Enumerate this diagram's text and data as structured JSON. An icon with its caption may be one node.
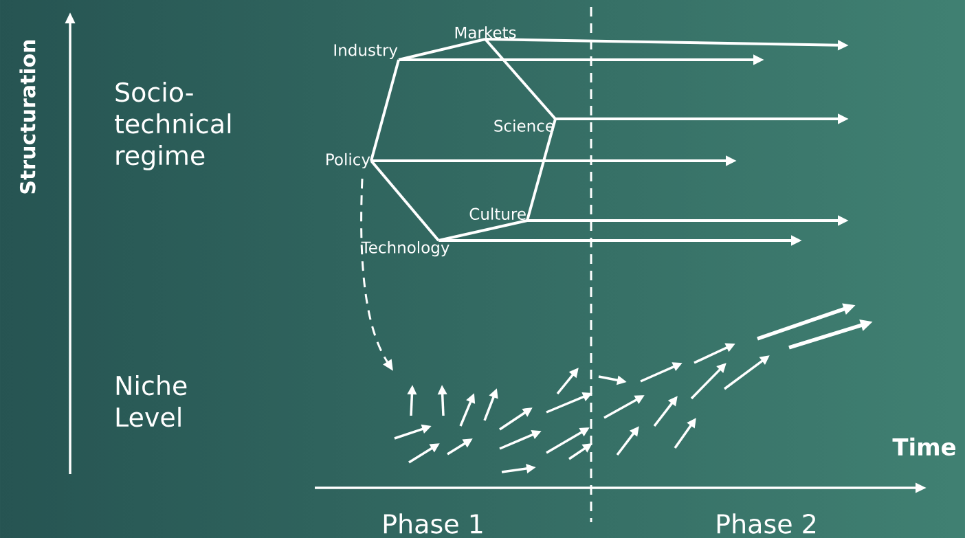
{
  "diagram": {
    "nodes": [
      {
        "text": [
          "Markets"
        ]
      },
      {
        "text": [
          "Industry"
        ]
      },
      {
        "text": [
          "Science"
        ]
      },
      {
        "text": [
          "Policy"
        ]
      },
      {
        "text": [
          "Culture"
        ]
      },
      {
        "text": [
          "Technology"
        ]
      }
    ],
    "edges": [
      {
        "from": 1,
        "to": 0,
        "arrow": "none"
      },
      {
        "from": 0,
        "to": 2,
        "arrow": "none"
      },
      {
        "from": 2,
        "to": 4,
        "arrow": "none"
      },
      {
        "from": 4,
        "to": 5,
        "arrow": "none"
      },
      {
        "from": 5,
        "to": 3,
        "arrow": "none"
      },
      {
        "from": 3,
        "to": 1,
        "arrow": "none"
      },
      {
        "from": 0,
        "to": null,
        "arrow": "to"
      },
      {
        "from": 1,
        "to": null,
        "arrow": "to"
      },
      {
        "from": 2,
        "to": null,
        "arrow": "to"
      },
      {
        "from": 3,
        "to": null,
        "arrow": "to"
      },
      {
        "from": 4,
        "to": null,
        "arrow": "to"
      },
      {
        "from": 5,
        "to": null,
        "arrow": "to"
      },
      {
        "from": 3,
        "to": null,
        "arrow": "to",
        "style": "dashed"
      }
    ],
    "labels": [
      "Structuration",
      "Socio-technical regime",
      "Niche Level",
      "Time",
      "Phase 1",
      "Phase 2"
    ]
  }
}
